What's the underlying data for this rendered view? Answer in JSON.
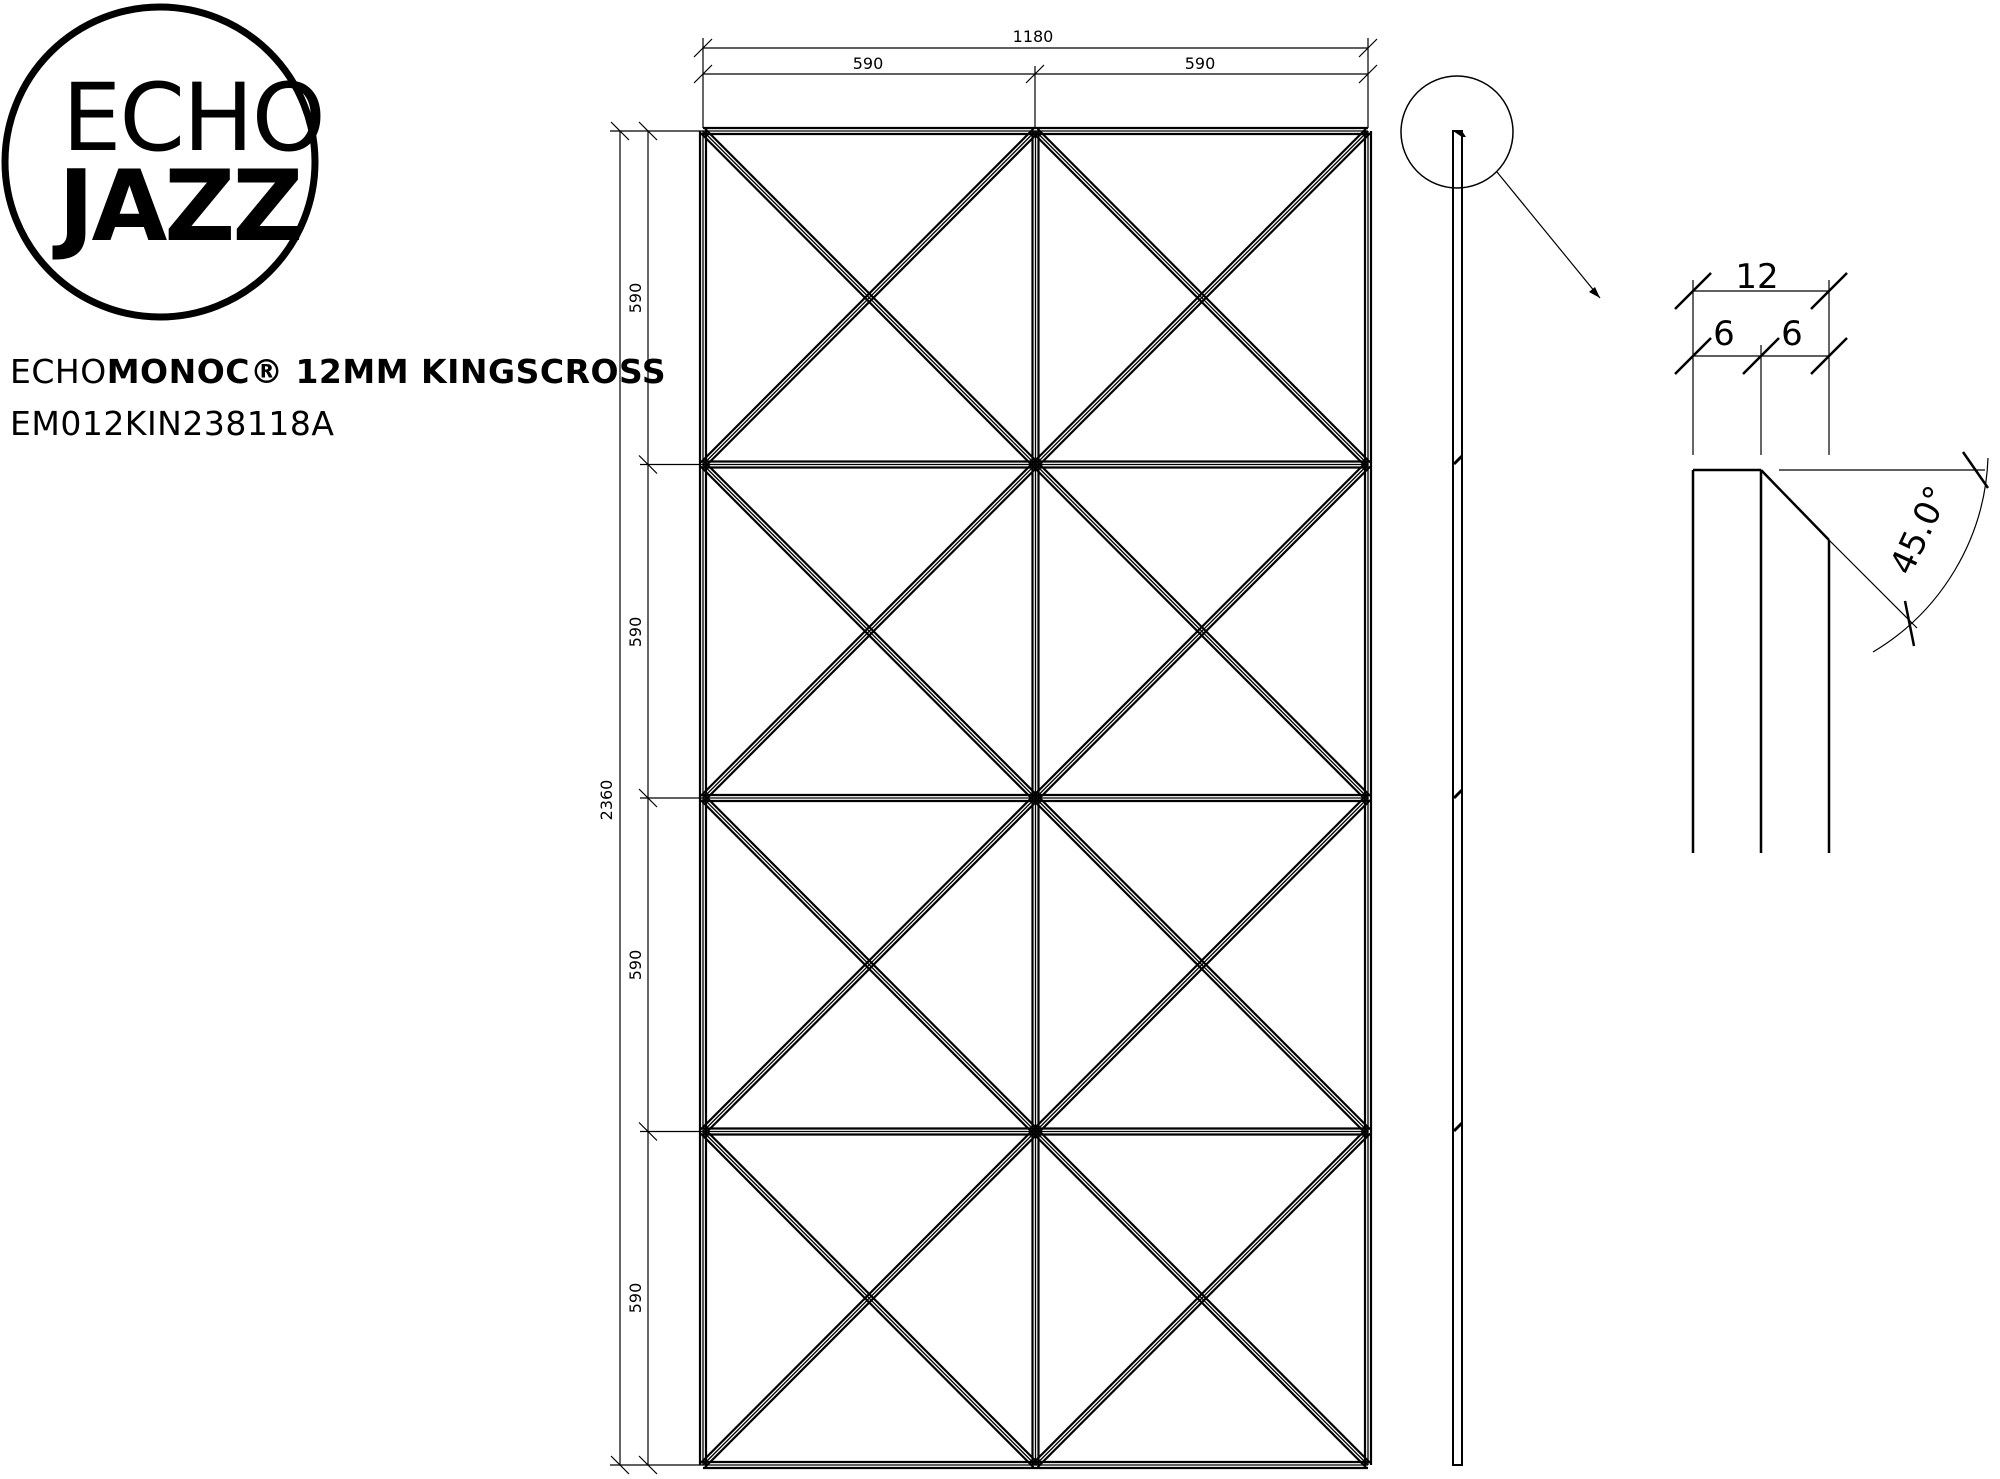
{
  "logo": {
    "line1": "ECHO",
    "line2": "JAZZ"
  },
  "product": {
    "name_prefix": "ECHO",
    "name_bold": "MONOC® 12MM KINGSCROSS",
    "code": "EM012KIN238118A"
  },
  "dimensions": {
    "total_width": "1180",
    "half_width_left": "590",
    "half_width_right": "590",
    "total_height": "2360",
    "segment_heights": [
      "590",
      "590",
      "590",
      "590"
    ]
  },
  "detail": {
    "thickness": "12",
    "half_left": "6",
    "half_right": "6",
    "angle": "45.0°"
  },
  "colors": {
    "ink": "#000000",
    "background": "#ffffff"
  }
}
